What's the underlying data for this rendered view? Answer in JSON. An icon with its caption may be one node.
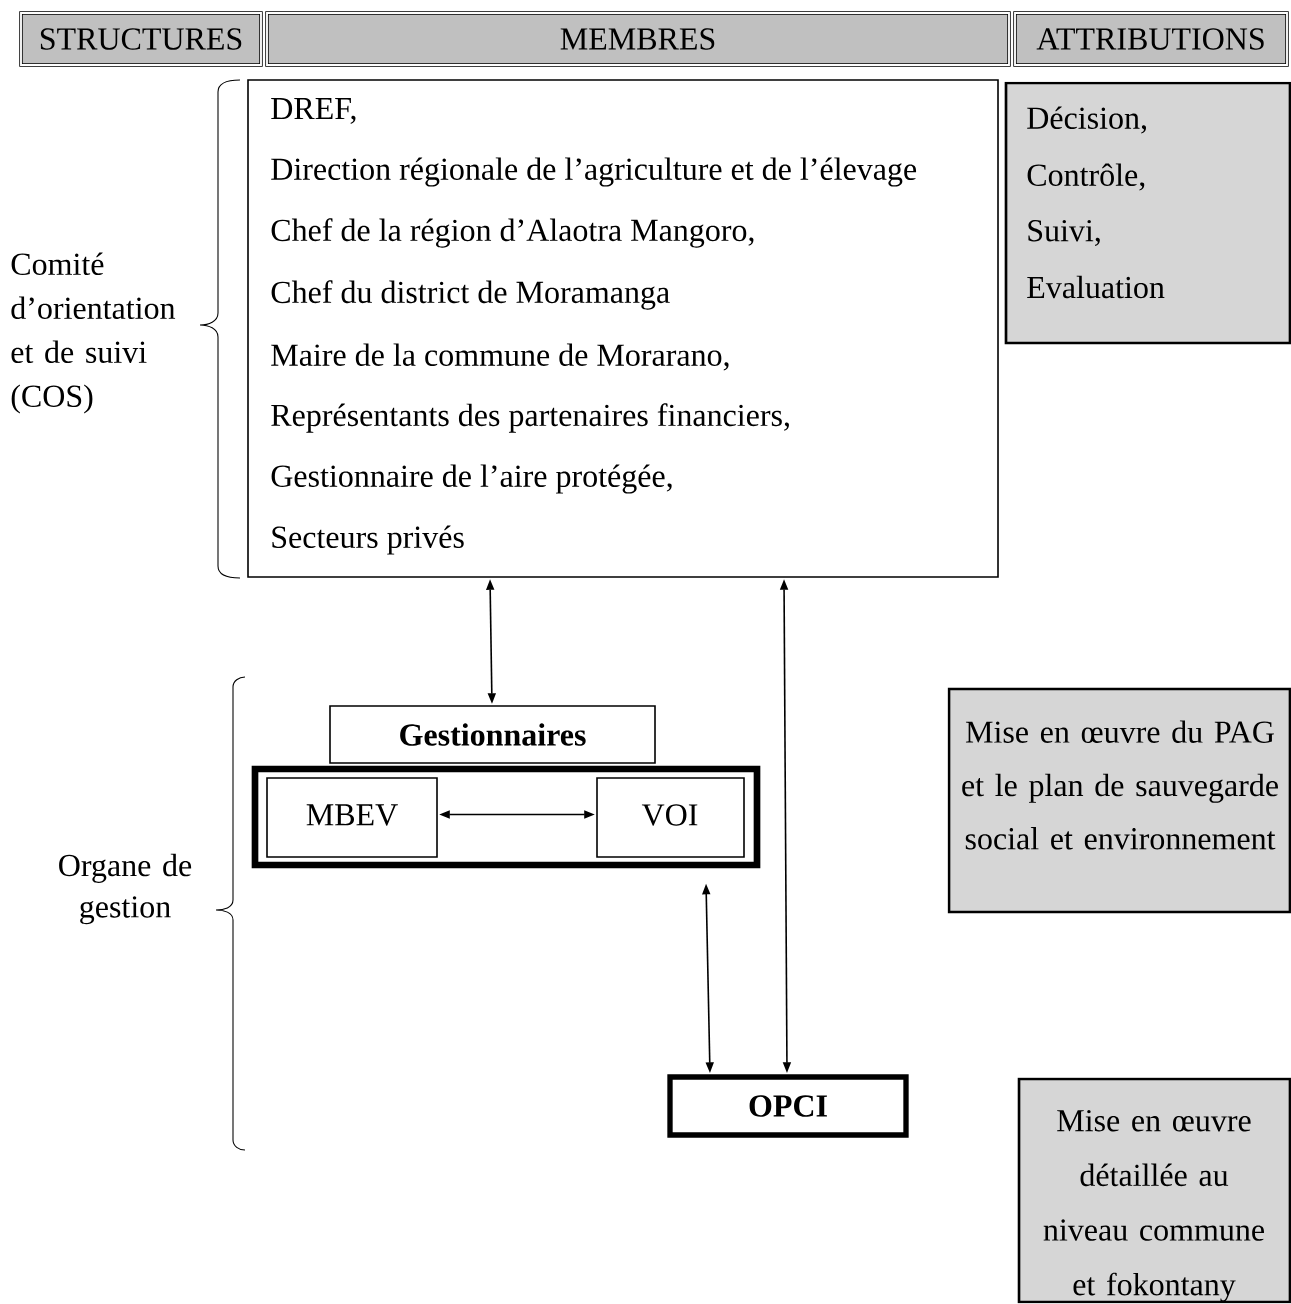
{
  "diagram": {
    "nodes": [
      {
        "text": [
          "STRUCTURES"
        ]
      },
      {
        "text": [
          "MEMBRES"
        ]
      },
      {
        "text": [
          "ATTRIBUTIONS"
        ]
      },
      {
        "text": [
          "DREF,",
          "Direction régionale de l’agriculture et de l’élevage",
          "Chef de la région d’Alaotra Mangoro,",
          "Chef du district de Moramanga",
          "Maire de la commune de Morarano,",
          "Représentants des partenaires financiers,",
          "Gestionnaire de l’aire protégée,",
          "Secteurs privés"
        ]
      },
      {
        "text": [
          "Décision,",
          "Contrôle,",
          "Suivi,",
          "Evaluation"
        ]
      },
      {
        "text": [
          "Gestionnaires"
        ]
      },
      {
        "text": [],
        "shape": "box"
      },
      {
        "text": [
          "MBEV"
        ],
        "in": 6
      },
      {
        "text": [
          "VOI"
        ],
        "in": 6
      },
      {
        "text": [
          "OPCI"
        ]
      },
      {
        "text": [
          "Mise en œuvre du PAG et le plan de sauvegarde social et environnement"
        ]
      },
      {
        "text": [
          "Mise en œuvre détaillée au niveau commune et fokontany"
        ]
      }
    ],
    "edges": [
      {
        "from": 3,
        "to": 5,
        "arrow": "both"
      },
      {
        "from": 7,
        "to": 8,
        "arrow": "both"
      },
      {
        "from": 6,
        "to": 9,
        "arrow": "both"
      },
      {
        "from": 3,
        "to": 9,
        "arrow": "both"
      }
    ],
    "labels": [
      "Comité d’orientation et de suivi (COS)",
      "Organe de gestion"
    ]
  }
}
